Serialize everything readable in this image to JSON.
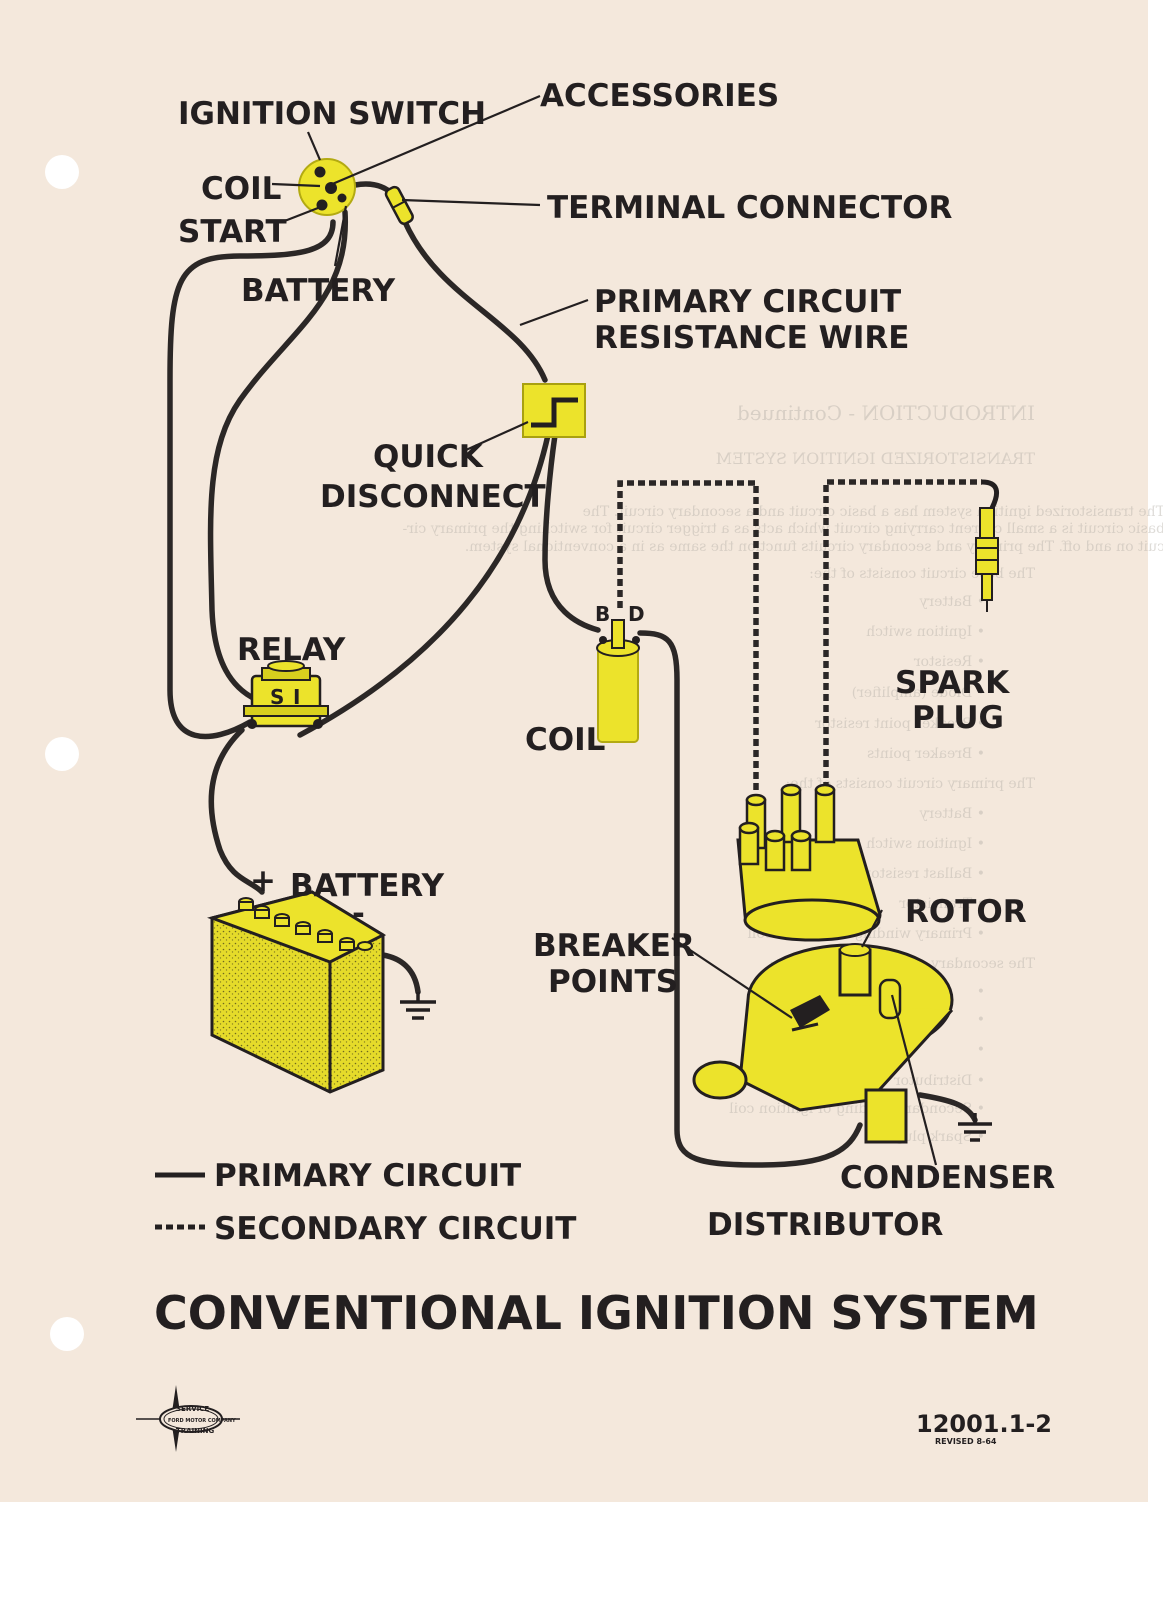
{
  "title": "CONVENTIONAL IGNITION SYSTEM",
  "colors": {
    "paper": "#f4e8dc",
    "strip": "#ffffff",
    "ink": "#231f20",
    "yellow": "#ece32b",
    "yellow_dark": "#c7bd14",
    "hole": "#ffffff"
  },
  "labels": {
    "ignition_switch": "IGNITION SWITCH",
    "accessories": "ACCESSORIES",
    "coil_terminal": "COIL",
    "start": "START",
    "terminal_connector": "TERMINAL CONNECTOR",
    "battery_terminal": "BATTERY",
    "primary_circuit_1": "PRIMARY CIRCUIT",
    "primary_circuit_2": "RESISTANCE WIRE",
    "quick_1": "QUICK",
    "quick_2": "DISCONNECT",
    "relay": "RELAY",
    "relay_s": "S",
    "relay_i": "I",
    "coil_b": "B",
    "coil_d": "D",
    "coil": "COIL",
    "spark_1": "SPARK",
    "spark_2": "PLUG",
    "battery_plus": "+",
    "battery": "BATTERY",
    "battery_minus": "-",
    "rotor": "ROTOR",
    "breaker_1": "BREAKER",
    "breaker_2": "POINTS",
    "condenser": "CONDENSER",
    "distributor": "DISTRIBUTOR"
  },
  "legend": {
    "primary": "PRIMARY CIRCUIT",
    "secondary": "SECONDARY CIRCUIT"
  },
  "logo": {
    "top": "SERVICE",
    "middle": "FORD MOTOR COMPANY",
    "bottom": "TRAINING"
  },
  "doc_number": "12001.1-2",
  "revised": "REVISED 8-64",
  "bleed_through": {
    "heading": "INTRODUCTION - Continued",
    "subheading": "TRANSISTORIZED IGNITION SYSTEM",
    "lines": [
      "The transistorized ignition system has a basic circuit and a secondary circuit. The",
      "basic circuit is a small current carrying circuit which acts as a trigger circuit for switching the primary cir-",
      "cuit on and off. The primary and secondary circuits function the same as in a conventional system.",
      "The base circuit consists of the:",
      "• Battery",
      "• Ignition switch",
      "• Resistor",
      "• Diode (amplifier)",
      "• Breaker point resistor",
      "• Breaker points",
      "The primary circuit consists of the:",
      "• Battery",
      "• Ignition switch",
      "• Ballast resistor",
      "• Transistor",
      "• Primary winding of ignition coil",
      "The secondary circuit consists of the:",
      "•",
      "•",
      "•",
      "• Distributor",
      "• Secondary winding of ignition coil",
      "• Spark plugs"
    ]
  }
}
